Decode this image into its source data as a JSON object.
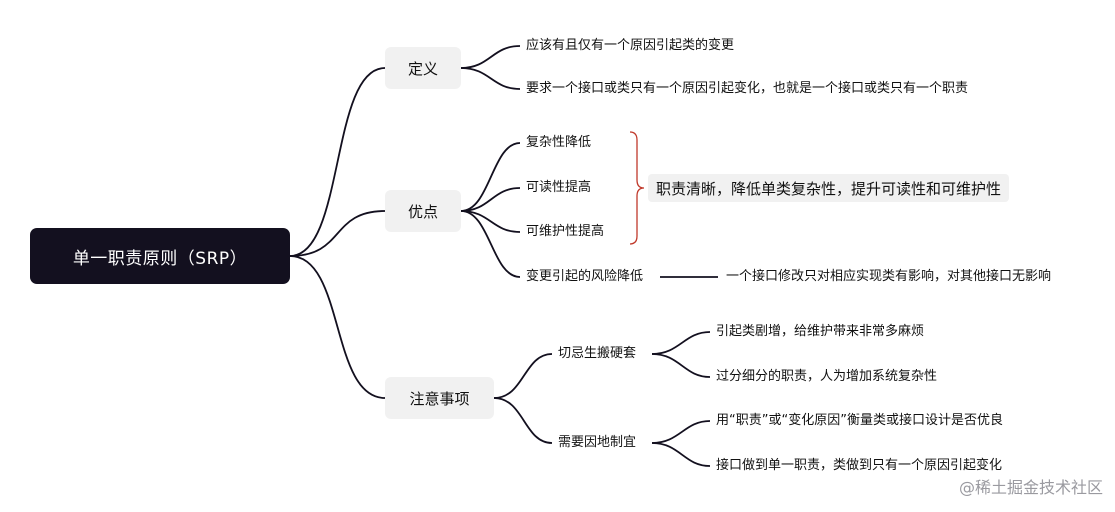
{
  "root": {
    "label": "单一职责原则（SRP）"
  },
  "branches": {
    "definition": {
      "label": "定义",
      "items": [
        "应该有且仅有一个原因引起类的变更",
        "要求一个接口或类只有一个原因引起变化，也就是一个接口或类只有一个职责"
      ]
    },
    "advantages": {
      "label": "优点",
      "items": [
        "复杂性降低",
        "可读性提高",
        "可维护性提高"
      ],
      "summary": "职责清晰，降低单类复杂性，提升可读性和可维护性",
      "risk": {
        "label": "变更引起的风险降低",
        "detail": "一个接口修改只对相应实现类有影响，对其他接口无影响"
      }
    },
    "notes": {
      "label": "注意事项",
      "subs": [
        {
          "label": "切忌生搬硬套",
          "items": [
            "引起类剧增，给维护带来非常多麻烦",
            "过分细分的职责，人为增加系统复杂性"
          ]
        },
        {
          "label": "需要因地制宜",
          "items": [
            "用“职责”或“变化原因”衡量类或接口设计是否优良",
            "接口做到单一职责，类做到只有一个原因引起变化"
          ]
        }
      ]
    }
  },
  "watermark": "@稀土掘金技术社区",
  "colors": {
    "root_bg": "#13101f",
    "node_bg": "#f1f1f1",
    "edge": "#13101f",
    "brace": "#c0392b"
  }
}
